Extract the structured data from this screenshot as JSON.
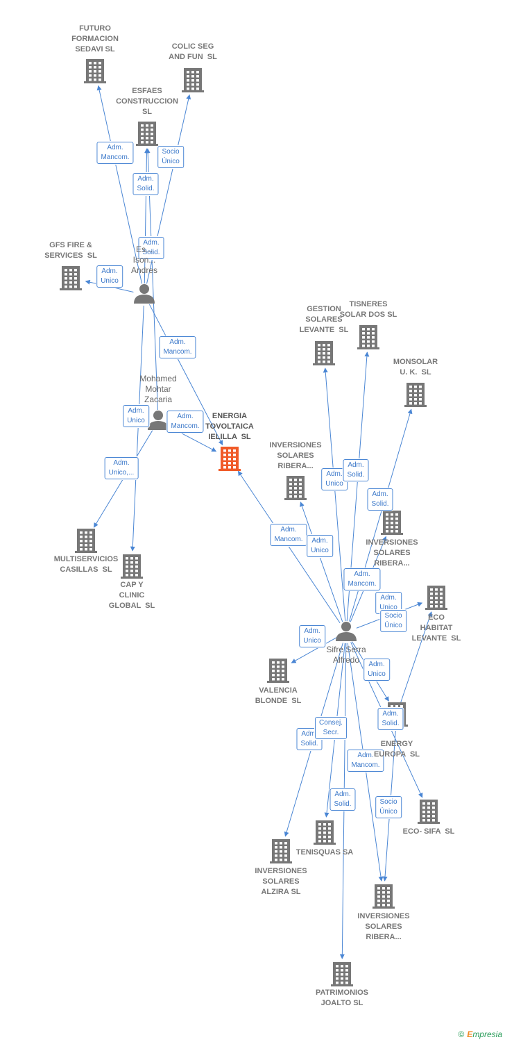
{
  "colors": {
    "edge": "#4a86d4",
    "company": "#777777",
    "focus": "#f05a28",
    "person": "#777777"
  },
  "nodes": [
    {
      "id": "futuro",
      "type": "company",
      "label": "FUTURO\nFORMACION\nSEDAVI SL"
    },
    {
      "id": "colic",
      "type": "company",
      "label": "COLIC SEG\nAND FUN  SL"
    },
    {
      "id": "esfaes",
      "type": "company",
      "label": "ESFAES\nCONSTRUCCION\nSL"
    },
    {
      "id": "gfs",
      "type": "company",
      "label": "GFS FIRE &\nSERVICES  SL"
    },
    {
      "id": "esteve",
      "type": "person",
      "label": "Es...\nIson...\nAndres"
    },
    {
      "id": "mohamed",
      "type": "person",
      "label": "Mohamed\nMohtar\nZacaria"
    },
    {
      "id": "energia",
      "type": "focus",
      "label": "ENERGIA\nTOVOLTAICA\nIELILLA  SL"
    },
    {
      "id": "multiserv",
      "type": "company",
      "label": "MULTISERVICIOS\nCASILLAS  SL"
    },
    {
      "id": "capy",
      "type": "company",
      "label": "CAP Y\nCLINIC\nGLOBAL  SL"
    },
    {
      "id": "gestion",
      "type": "company",
      "label": "GESTION\nSOLARES\nLEVANTE  SL"
    },
    {
      "id": "tisneres",
      "type": "company",
      "label": "TISNERES\nSOLAR DOS SL"
    },
    {
      "id": "monsolar",
      "type": "company",
      "label": "MONSOLAR\nU. K.  SL"
    },
    {
      "id": "invribera1",
      "type": "company",
      "label": "INVERSIONES\nSOLARES\nRIBERA..."
    },
    {
      "id": "invribera2",
      "type": "company",
      "label": "INVERSIONES\nSOLARES\nRIBERA..."
    },
    {
      "id": "ecohabitat",
      "type": "company",
      "label": "ECO\nHABITAT\nLEVANTE  SL"
    },
    {
      "id": "sifre",
      "type": "person",
      "label": "Sifre Serra\nAlfredo"
    },
    {
      "id": "valencia",
      "type": "company",
      "label": "VALENCIA\nBLONDE  SL"
    },
    {
      "id": "energy",
      "type": "company",
      "label": "ENERGY\nEUROPA  SL"
    },
    {
      "id": "ecosifa",
      "type": "company",
      "label": "ECO- SIFA  SL"
    },
    {
      "id": "tenisquas",
      "type": "company",
      "label": "TENISQUAS SA"
    },
    {
      "id": "invalzira",
      "type": "company",
      "label": "INVERSIONES\nSOLARES\nALZIRA SL"
    },
    {
      "id": "invribera3",
      "type": "company",
      "label": "INVERSIONES\nSOLARES\nRIBERA..."
    },
    {
      "id": "patrimonios",
      "type": "company",
      "label": "PATRIMONIOS\nJOALTO SL"
    }
  ],
  "edges": [
    {
      "from": "esteve",
      "to": "futuro",
      "label": "Adm.\nMancom."
    },
    {
      "from": "esteve",
      "to": "esfaes",
      "label": "Adm.\nSolid."
    },
    {
      "from": "esteve",
      "to": "colic",
      "label": "Socio\nÚnico"
    },
    {
      "from": "mohamed",
      "to": "esfaes",
      "label": "Adm.\nSolid."
    },
    {
      "from": "esteve",
      "to": "gfs",
      "label": "Adm.\nUnico"
    },
    {
      "from": "esteve",
      "to": "energia",
      "label": "Adm.\nMancom."
    },
    {
      "from": "mohamed",
      "to": "energia",
      "label": "Adm.\nMancom."
    },
    {
      "from": "esteve",
      "to": "capy",
      "label": "Adm.\nUnico"
    },
    {
      "from": "mohamed",
      "to": "multiserv",
      "label": "Adm.\nUnico,..."
    },
    {
      "from": "sifre",
      "to": "energia",
      "label": "Adm.\nMancom."
    },
    {
      "from": "sifre",
      "to": "gestion",
      "label": "Adm.\nUnico"
    },
    {
      "from": "sifre",
      "to": "tisneres",
      "label": "Adm.\nSolid."
    },
    {
      "from": "sifre",
      "to": "monsolar",
      "label": "Adm.\nSolid."
    },
    {
      "from": "sifre",
      "to": "invribera1",
      "label": "Adm.\nUnico"
    },
    {
      "from": "sifre",
      "to": "invribera2",
      "label": "Adm.\nMancom."
    },
    {
      "from": "sifre",
      "to": "ecohabitat",
      "label": "Adm.\nUnico"
    },
    {
      "from": "sifre",
      "to": "valencia",
      "label": "Adm.\nUnico"
    },
    {
      "from": "sifre",
      "to": "energy",
      "label": "Adm.\nUnico"
    },
    {
      "from": "sifre",
      "to": "ecosifa",
      "label": "Adm.\nSolid."
    },
    {
      "from": "sifre",
      "to": "invalzira",
      "label": "Adm.\nSolid."
    },
    {
      "from": "sifre",
      "to": "tenisquas",
      "label": "Consej.\nSecr."
    },
    {
      "from": "sifre",
      "to": "invribera3",
      "label": "Adm.\nMancom."
    },
    {
      "from": "sifre",
      "to": "patrimonios",
      "label": "Adm.\nSolid."
    },
    {
      "from": "energy",
      "to": "invribera3",
      "label": "Socio\nÚnico"
    },
    {
      "from": "energy",
      "to": "ecohabitat",
      "label": "Socio\nÚnico"
    }
  ],
  "footer": {
    "copyright": "©",
    "brand_first": "E",
    "brand_rest": "mpresia"
  }
}
